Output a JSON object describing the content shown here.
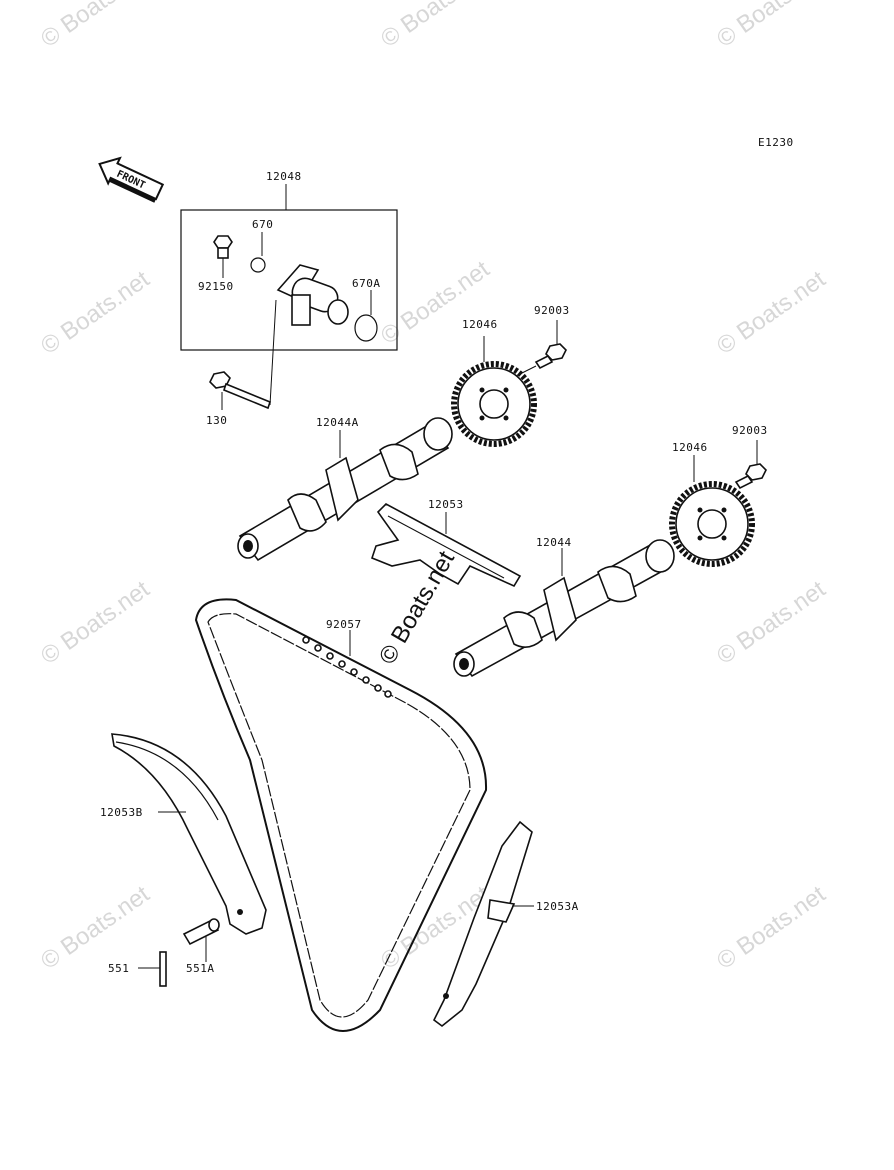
{
  "diagram": {
    "code": "E1230",
    "front_label": "FRONT",
    "watermark": "© Boats.net",
    "center_watermark": "© Boats.net",
    "parts": {
      "tensioner_assy": "12048",
      "o_ring_small": "670",
      "o_ring_large": "670A",
      "bolt_small": "92150",
      "bolt_long": "130",
      "sprocket_top": "12046",
      "sprocket_top_bolt": "92003",
      "sprocket_right": "12046",
      "sprocket_right_bolt": "92003",
      "camshaft_a": "12044A",
      "camshaft": "12044",
      "guide_top": "12053",
      "chain": "92057",
      "guide_b": "12053B",
      "guide_a": "12053A",
      "pin": "551",
      "pin_a": "551A"
    }
  }
}
